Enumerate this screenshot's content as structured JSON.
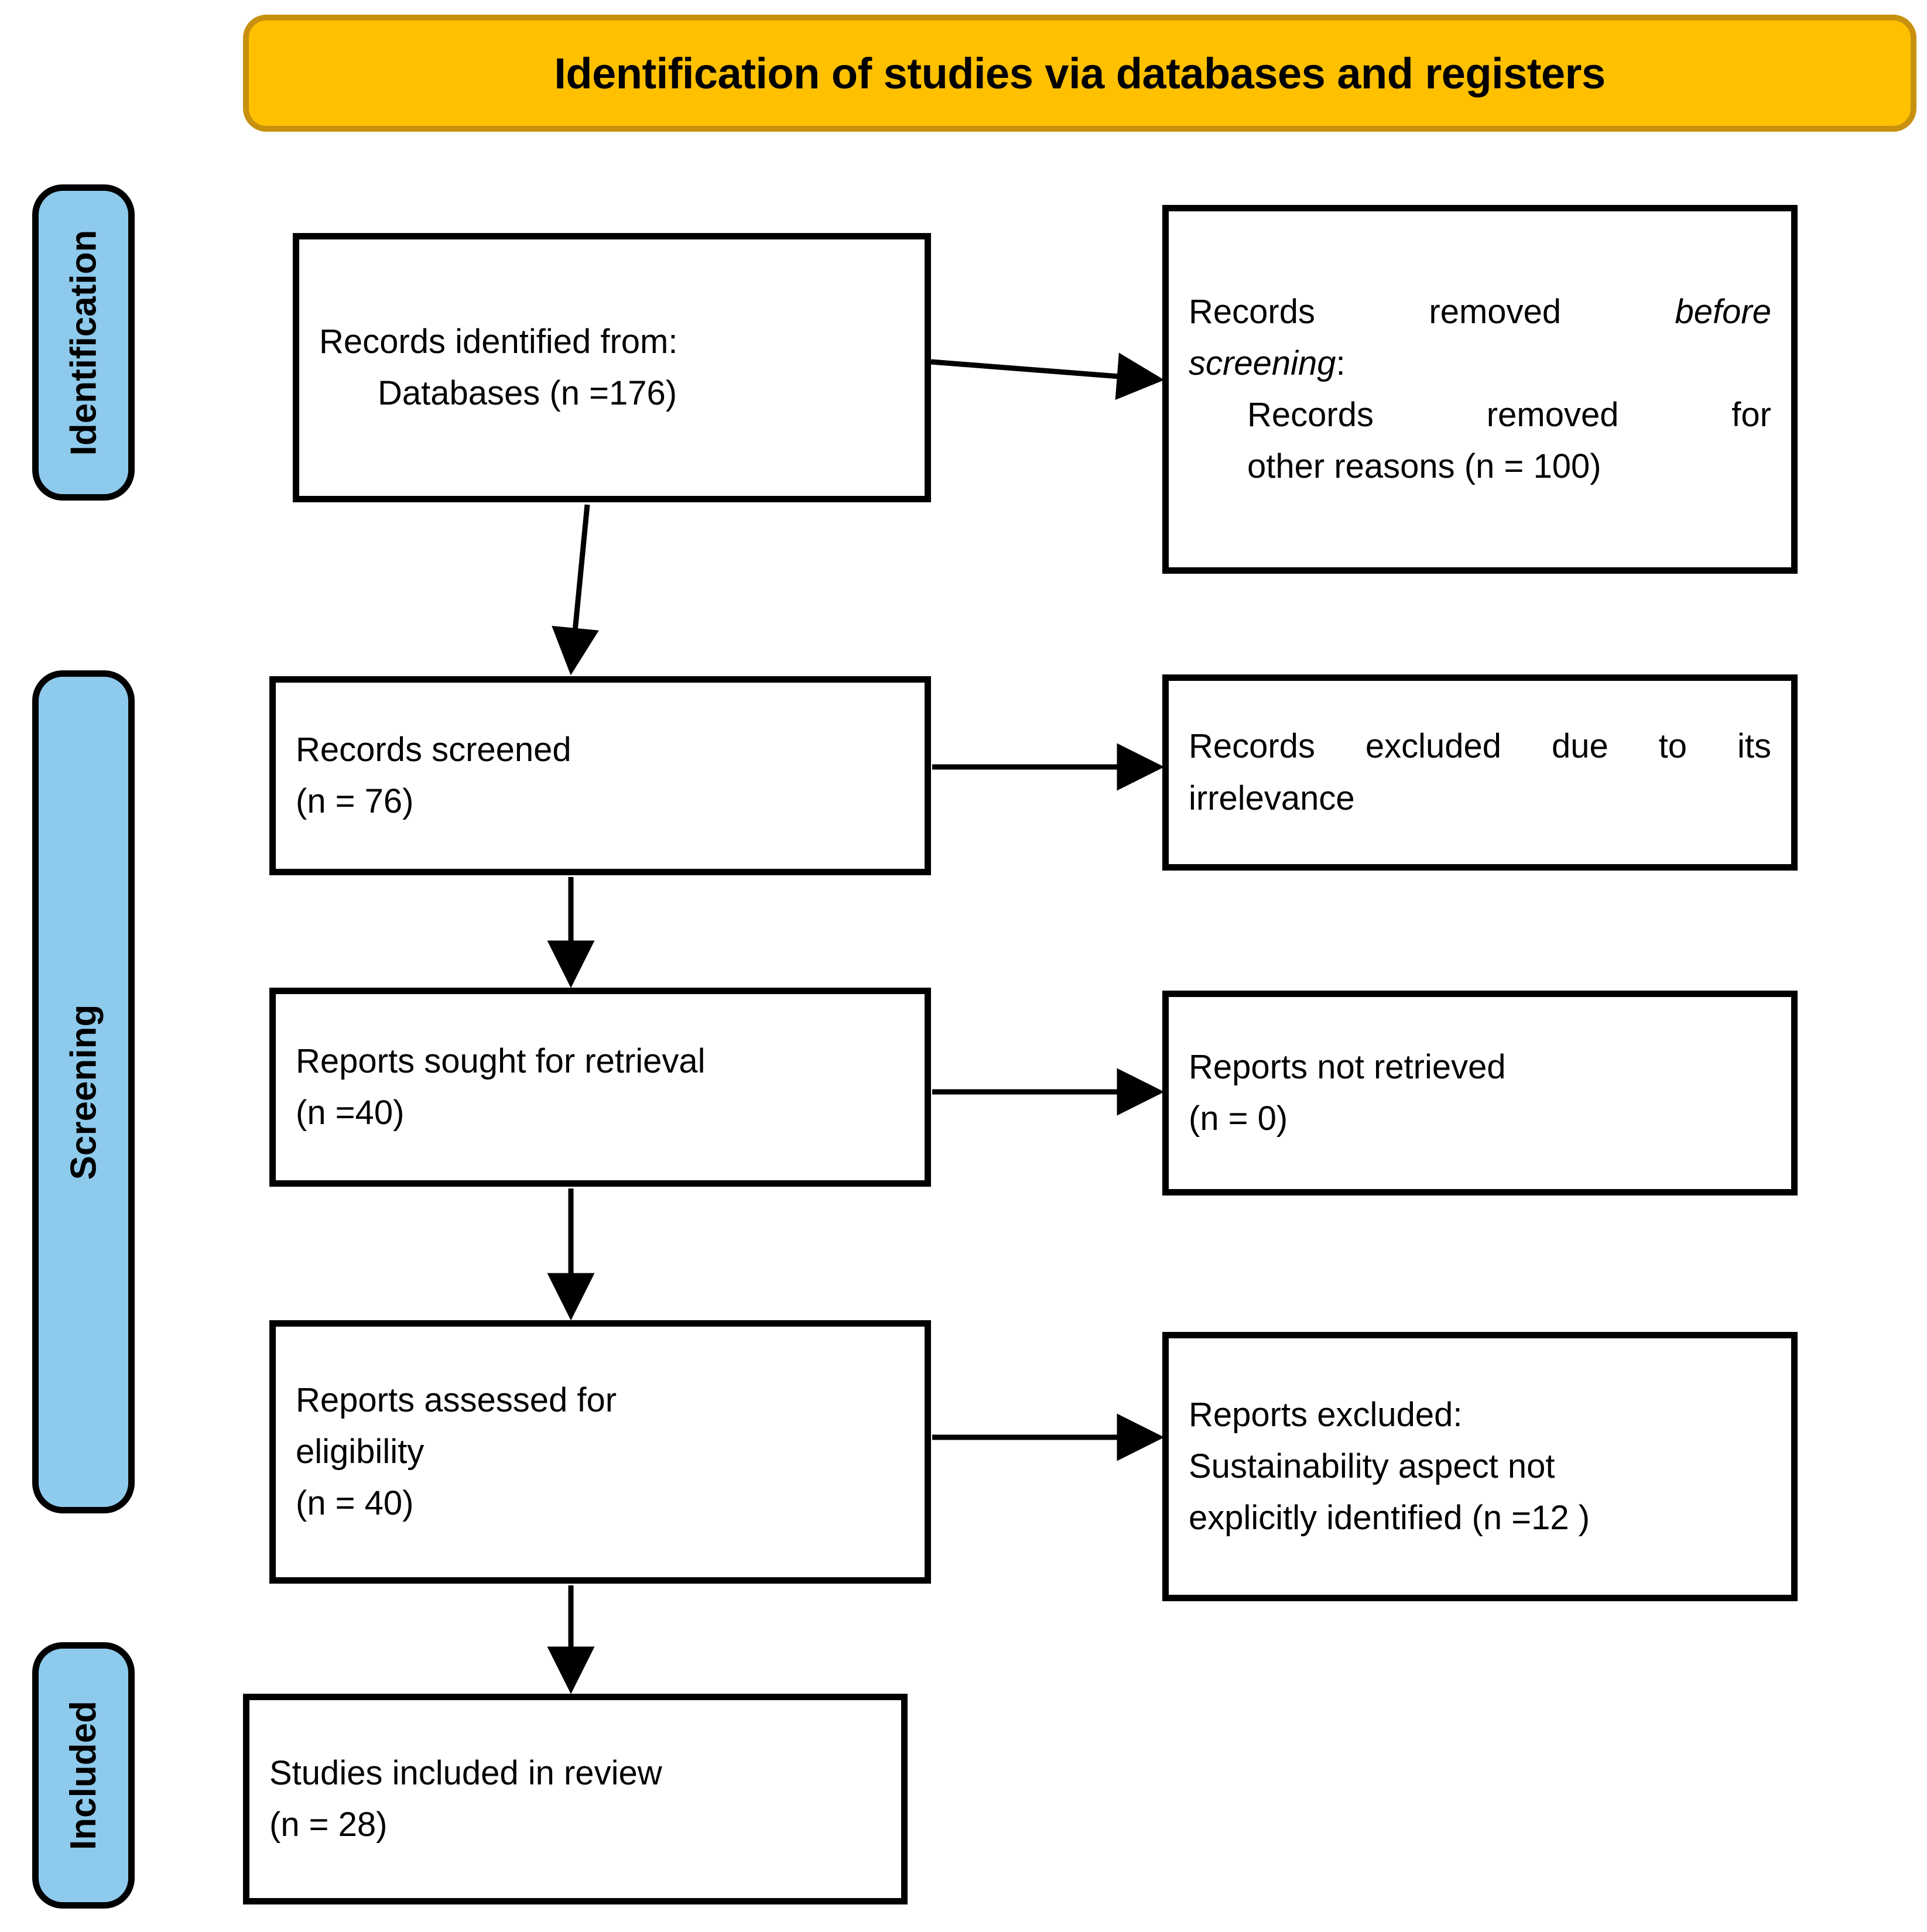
{
  "header": {
    "title": "Identification of studies via databases and registers",
    "fill_color": "#FFC000",
    "border_color": "#C8900F"
  },
  "stages": [
    {
      "id": "identification",
      "label": "Identification",
      "fill_color": "#8ECAEC"
    },
    {
      "id": "screening",
      "label": "Screening",
      "fill_color": "#8ECAEC"
    },
    {
      "id": "included",
      "label": "Included",
      "fill_color": "#8ECAEC"
    }
  ],
  "boxes": {
    "identified": {
      "line1": "Records identified from:",
      "line2": "Databases (n =176)"
    },
    "removed_before_screening": {
      "line1a": "Records removed ",
      "line1b": "before",
      "line2a": "screening",
      "line2b": ":",
      "line3": "Records removed for",
      "line4": "other reasons (n = 100)"
    },
    "screened": {
      "line1": "Records screened",
      "line2": "(n = 76)"
    },
    "excluded_irrelevance": {
      "line1": "Records excluded due to its",
      "line2": "irrelevance"
    },
    "sought_retrieval": {
      "line1": "Reports sought for retrieval",
      "line2": "(n =40)"
    },
    "not_retrieved": {
      "line1": "Reports not retrieved",
      "line2": "(n = 0)"
    },
    "assessed_eligibility": {
      "line1": "Reports assessed for",
      "line2": "eligibility",
      "line3": "(n = 40)"
    },
    "excluded_sustainability": {
      "line1": "Reports excluded:",
      "line2": "Sustainability aspect not",
      "line3": "explicitly identified (n =12 )"
    },
    "studies_included": {
      "line1": "Studies included in review",
      "line2": "(n = 28)"
    }
  },
  "chart_data": {
    "type": "diagram",
    "diagram_kind": "PRISMA 2020 flow diagram",
    "title": "Identification of studies via databases and registers",
    "stages": [
      "Identification",
      "Screening",
      "Included"
    ],
    "nodes": [
      {
        "id": "identified",
        "stage": "Identification",
        "column": "left",
        "text": "Records identified from: Databases (n =176)",
        "n": 176
      },
      {
        "id": "removed",
        "stage": "Identification",
        "column": "right",
        "text": "Records removed before screening: Records removed for other reasons (n = 100)",
        "n": 100
      },
      {
        "id": "screened",
        "stage": "Screening",
        "column": "left",
        "text": "Records screened (n = 76)",
        "n": 76
      },
      {
        "id": "excluded_irrelevance",
        "stage": "Screening",
        "column": "right",
        "text": "Records excluded due to its irrelevance",
        "n": null
      },
      {
        "id": "sought",
        "stage": "Screening",
        "column": "left",
        "text": "Reports sought for retrieval (n =40)",
        "n": 40
      },
      {
        "id": "not_retrieved",
        "stage": "Screening",
        "column": "right",
        "text": "Reports not retrieved (n = 0)",
        "n": 0
      },
      {
        "id": "assessed",
        "stage": "Screening",
        "column": "left",
        "text": "Reports assessed for eligibility (n = 40)",
        "n": 40
      },
      {
        "id": "excluded_sustainability",
        "stage": "Screening",
        "column": "right",
        "text": "Reports excluded: Sustainability aspect not explicitly identified (n =12 )",
        "n": 12
      },
      {
        "id": "studies_included",
        "stage": "Included",
        "column": "left",
        "text": "Studies included in review (n = 28)",
        "n": 28
      }
    ],
    "edges": [
      {
        "from": "identified",
        "to": "removed",
        "direction": "right"
      },
      {
        "from": "identified",
        "to": "screened",
        "direction": "down"
      },
      {
        "from": "screened",
        "to": "excluded_irrelevance",
        "direction": "right"
      },
      {
        "from": "screened",
        "to": "sought",
        "direction": "down"
      },
      {
        "from": "sought",
        "to": "not_retrieved",
        "direction": "right"
      },
      {
        "from": "sought",
        "to": "assessed",
        "direction": "down"
      },
      {
        "from": "assessed",
        "to": "excluded_sustainability",
        "direction": "right"
      },
      {
        "from": "assessed",
        "to": "studies_included",
        "direction": "down"
      }
    ]
  }
}
